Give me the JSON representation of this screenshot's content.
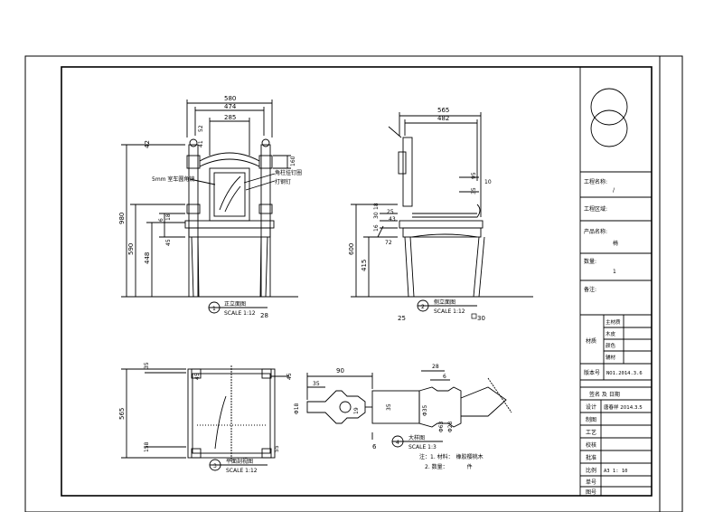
{
  "front_view": {
    "dims": {
      "w580": "580",
      "w474": "474",
      "w285": "285",
      "h980": "980",
      "h590": "590",
      "h448": "448",
      "h160": "160",
      "h42": "42",
      "h52": "52",
      "h41": "41",
      "h6": "6",
      "h45": "45",
      "h18": "18",
      "w28": "28"
    },
    "notes": [
      "5mm 室车圆角镜",
      "角柱挂钉圈",
      "打钢钉"
    ],
    "label_no": "1",
    "label_title": "正立面图",
    "label_scale": "SCALE 1:12"
  },
  "side_view": {
    "dims": {
      "w565": "565",
      "w482": "482",
      "h600": "600",
      "h415": "415",
      "h30": "30",
      "h18": "18",
      "h16": "16",
      "h25": "25",
      "h95": "95",
      "h10": "10",
      "h43": "43",
      "h35": "35",
      "h72": "72",
      "w25": "25",
      "w30": "30"
    },
    "label_no": "2",
    "label_title": "侧立面图",
    "label_scale": "SCALE 1:12"
  },
  "plan_view": {
    "dims": {
      "h565": "565",
      "h35": "35",
      "h45": "45",
      "w45": "45",
      "h158": "158",
      "h55": "55"
    },
    "label_no": "3",
    "label_title": "平面剖视图",
    "label_scale": "SCALE 1:12"
  },
  "detail_view": {
    "dims": {
      "w90": "90",
      "w35": "35",
      "w28": "28",
      "w6": "6",
      "d18": "Φ18",
      "d19": "19",
      "d35": "35",
      "d63": "Φ63",
      "d28": "Φ28",
      "d35b": "Φ35",
      "w6b": "6"
    },
    "label_no": "4",
    "label_title": "大样图",
    "label_scale": "SCALE 1:3",
    "notes": [
      "注：1. 材料：　橡胶樱桃木",
      "2. 数量：　　　　件"
    ]
  },
  "title_block": {
    "project_name_label": "工程名称:",
    "project_name_value": "/",
    "project_area_label": "工程区域:",
    "product_name_label": "产品名称:",
    "product_name_value": "椅",
    "quantity_label": "数量:",
    "quantity_value": "1",
    "remarks_label": "备注:",
    "materials_label": "材质",
    "materials": [
      "主材质",
      "木皮",
      "颜色",
      "辅材"
    ],
    "version_label": "版本号",
    "version_value": "NO1.2014.3.6",
    "sign_header": "签名 及 日期",
    "rows": [
      {
        "label": "设计",
        "value": "唐春祥  2014.3.5"
      },
      {
        "label": "制图",
        "value": ""
      },
      {
        "label": "工艺",
        "value": ""
      },
      {
        "label": "校核",
        "value": ""
      },
      {
        "label": "批准",
        "value": ""
      },
      {
        "label": "比例",
        "value": "A3 1: 10"
      },
      {
        "label": "单号",
        "value": ""
      },
      {
        "label": "图号",
        "value": ""
      }
    ]
  }
}
